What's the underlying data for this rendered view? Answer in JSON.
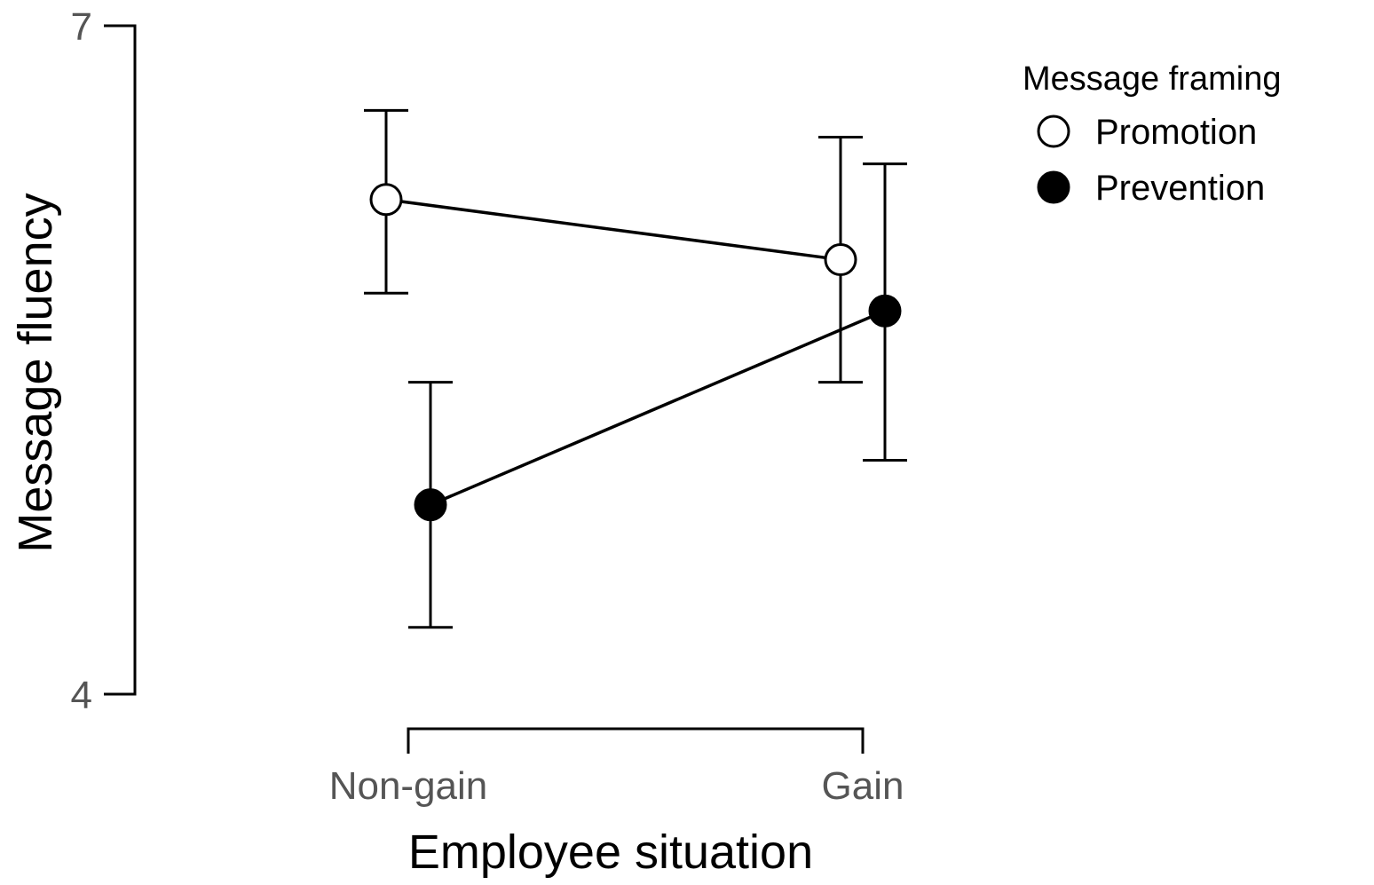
{
  "chart_data": {
    "type": "line",
    "title": "",
    "xlabel": "Employee situation",
    "ylabel": "Message fluency",
    "categories": [
      "Non-gain",
      "Gain"
    ],
    "y_ticks": [
      "7",
      "4"
    ],
    "ylim": [
      4,
      7
    ],
    "legend": {
      "title": "Message framing",
      "placement": "top-right"
    },
    "series": [
      {
        "name": "Promotion",
        "marker": "open-circle",
        "marker_fill": "#ffffff",
        "values": [
          6.22,
          5.95
        ],
        "error_low": [
          5.8,
          5.4
        ],
        "error_high": [
          6.62,
          6.5
        ]
      },
      {
        "name": "Prevention",
        "marker": "filled-circle",
        "marker_fill": "#000000",
        "values": [
          4.85,
          5.72
        ],
        "error_low": [
          4.3,
          5.05
        ],
        "error_high": [
          5.4,
          6.38
        ]
      }
    ],
    "grid": false
  }
}
